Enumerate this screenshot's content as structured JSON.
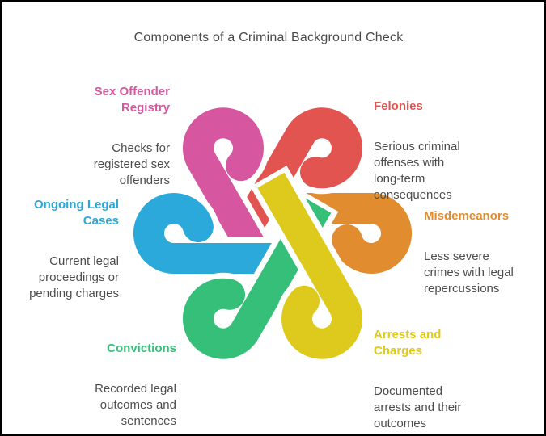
{
  "title": "Components of a Criminal Background Check",
  "items": [
    {
      "id": "sex-offender-registry",
      "label": "Sex Offender\nRegistry",
      "description": "Checks for\nregistered sex\noffenders",
      "color": "#d6569f"
    },
    {
      "id": "felonies",
      "label": "Felonies",
      "description": "Serious criminal\noffenses with\nlong-term\nconsequences",
      "color": "#e25450"
    },
    {
      "id": "ongoing-legal-cases",
      "label": "Ongoing Legal\nCases",
      "description": "Current legal\nproceedings or\npending charges",
      "color": "#2aa9da"
    },
    {
      "id": "misdemeanors",
      "label": "Misdemeanors",
      "description": "Less severe\ncrimes with legal\nrepercussions",
      "color": "#e08c2f"
    },
    {
      "id": "convictions",
      "label": "Convictions",
      "description": "Recorded legal\noutcomes and\nsentences",
      "color": "#35bf79"
    },
    {
      "id": "arrests-and-charges",
      "label": "Arrests and\nCharges",
      "description": "Documented\narrests and their\noutcomes",
      "color": "#ddca1d"
    }
  ],
  "text_colors": {
    "title": "#4a4a4a",
    "body": "#4d4d4d"
  }
}
